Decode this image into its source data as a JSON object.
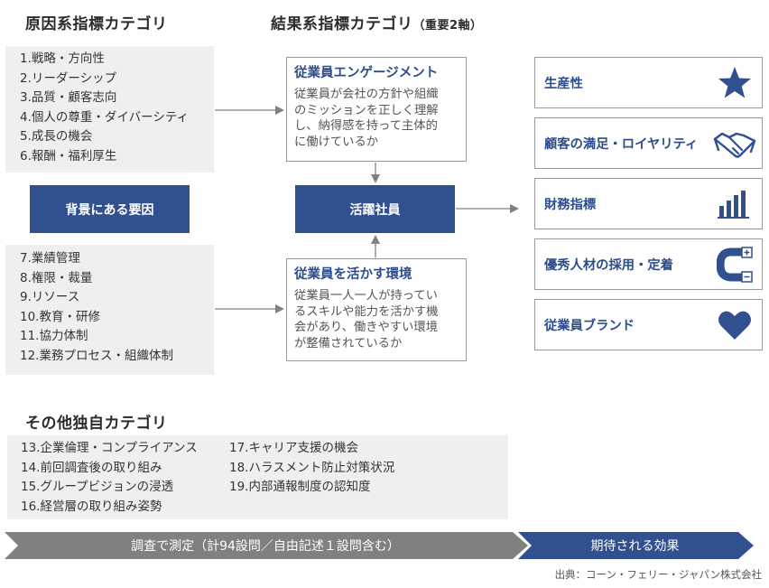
{
  "cause_heading": "原因系指標カテゴリ",
  "result_heading": "結果系指標カテゴリ",
  "result_heading_note": "（重要2軸）",
  "cause_group1": [
    "1.戦略・方向性",
    "2.リーダーシップ",
    "3.品質・顧客志向",
    "4.個人の尊重・ダイバーシティ",
    "5.成長の機会",
    "6.報酬・福利厚生"
  ],
  "background_label": "背景にある要因",
  "cause_group2": [
    "7.業績管理",
    "8.権限・裁量",
    "9.リソース",
    "10.教育・研修",
    "11.協力体制",
    "12.業務プロセス・組織体制"
  ],
  "engagement": {
    "title": "従業員エンゲージメント",
    "lines": [
      "従業員が会社の方針や組織",
      "のミッションを正しく理解",
      "し、納得感を持って主体的",
      "に働けているか"
    ]
  },
  "active_employee": "活躍社員",
  "environment": {
    "title": "従業員を活かす環境",
    "lines": [
      "従業員一人一人が持ってい",
      "るスキルや能力を活かす機",
      "会があり、働きやすい環境",
      "が整備されているか"
    ]
  },
  "outcomes": [
    {
      "label": "生産性",
      "icon": "star-icon"
    },
    {
      "label": "顧客の満足・ロイヤリティ",
      "icon": "handshake-icon"
    },
    {
      "label": "財務指標",
      "icon": "bar-chart-icon"
    },
    {
      "label": "優秀人材の採用・定着",
      "icon": "magnet-icon"
    },
    {
      "label": "従業員ブランド",
      "icon": "heart-icon"
    }
  ],
  "other_heading": "その他独自カテゴリ",
  "other_col1": [
    "13.企業倫理・コンプライアンス",
    "14.前回調査後の取り組み",
    "15.グループビジョンの浸透",
    "16.経営層の取り組み姿勢"
  ],
  "other_col2": [
    "17.キャリア支援の機会",
    "18.ハラスメント防止対策状況",
    "19.内部通報制度の認知度"
  ],
  "banner_measure": "調査で測定（計94設問／自由記述１設問含む）",
  "banner_effect": "期待される効果",
  "source": "出典：コーン・フェリー・ジャパン株式会社",
  "colors": {
    "navy": "#30508f",
    "gray_box": "#efefef",
    "gray_arrow": "#808080",
    "title_blue": "#2c4c8c"
  }
}
